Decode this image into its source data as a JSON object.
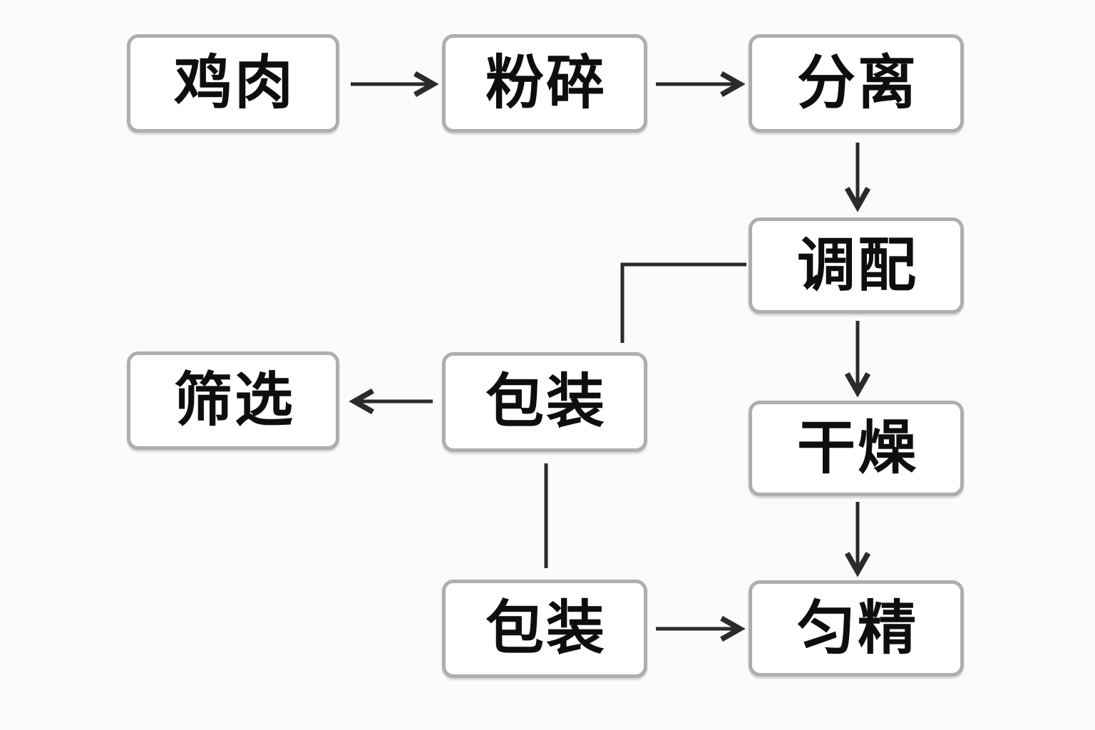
{
  "diagram": {
    "type": "flowchart",
    "background_color": "#fbfbfb",
    "node_fill_color": "#ffffff",
    "node_border_color": "#aeaeae",
    "text_color": "#0e0e0e",
    "arrow_color": "#2b2b2b",
    "nodes": [
      {
        "id": "chicken",
        "label": "鸡肉"
      },
      {
        "id": "crush",
        "label": "粉碎"
      },
      {
        "id": "separate",
        "label": "分离"
      },
      {
        "id": "blend",
        "label": "调配"
      },
      {
        "id": "dry",
        "label": "干燥"
      },
      {
        "id": "essence",
        "label": "匀精"
      },
      {
        "id": "screen",
        "label": "筛选"
      },
      {
        "id": "package-mid",
        "label": "包装"
      },
      {
        "id": "package-bottom",
        "label": "包装"
      }
    ],
    "edges": [
      {
        "from": "chicken",
        "to": "crush",
        "style": "arrow",
        "direction": "right"
      },
      {
        "from": "crush",
        "to": "separate",
        "style": "arrow",
        "direction": "right"
      },
      {
        "from": "separate",
        "to": "blend",
        "style": "arrow",
        "direction": "down"
      },
      {
        "from": "blend",
        "to": "dry",
        "style": "arrow",
        "direction": "down"
      },
      {
        "from": "dry",
        "to": "essence",
        "style": "arrow",
        "direction": "down"
      },
      {
        "from": "blend",
        "to": "package-mid",
        "style": "elbow-line",
        "direction": "left-then-down"
      },
      {
        "from": "package-mid",
        "to": "screen",
        "style": "arrow",
        "direction": "left"
      },
      {
        "from": "package-mid",
        "to": "package-bottom",
        "style": "line",
        "direction": "down"
      },
      {
        "from": "package-bottom",
        "to": "essence",
        "style": "arrow",
        "direction": "right"
      }
    ]
  }
}
